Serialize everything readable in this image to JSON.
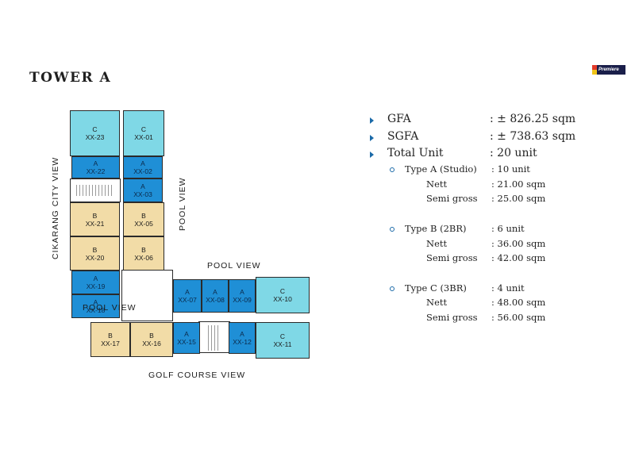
{
  "title": "TOWER A",
  "logo_text": "Premiere",
  "views": {
    "cikarang": "CIKARANG CITY VIEW",
    "pool_right": "POOL VIEW",
    "pool_top": "POOL VIEW",
    "pool_inner": "POOL VIEW",
    "golf": "GOLF COURSE VIEW"
  },
  "units": [
    {
      "type": "C",
      "code": "XX-23"
    },
    {
      "type": "C",
      "code": "XX-01"
    },
    {
      "type": "A",
      "code": "XX-22"
    },
    {
      "type": "A",
      "code": "XX-02"
    },
    {
      "type": "A",
      "code": "XX-03"
    },
    {
      "type": "B",
      "code": "XX-21"
    },
    {
      "type": "B",
      "code": "XX-05"
    },
    {
      "type": "B",
      "code": "XX-20"
    },
    {
      "type": "B",
      "code": "XX-06"
    },
    {
      "type": "A",
      "code": "XX-19"
    },
    {
      "type": "A",
      "code": "XX-18"
    },
    {
      "type": "A",
      "code": "XX-07"
    },
    {
      "type": "A",
      "code": "XX-08"
    },
    {
      "type": "A",
      "code": "XX-09"
    },
    {
      "type": "C",
      "code": "XX-10"
    },
    {
      "type": "B",
      "code": "XX-17"
    },
    {
      "type": "B",
      "code": "XX-16"
    },
    {
      "type": "A",
      "code": "XX-15"
    },
    {
      "type": "A",
      "code": "XX-12"
    },
    {
      "type": "C",
      "code": "XX-11"
    }
  ],
  "spec": {
    "gfa_label": "GFA",
    "gfa_value": ": ± 826.25 sqm",
    "sgfa_label": "SGFA",
    "sgfa_value": ": ± 738.63 sqm",
    "total_label": "Total Unit",
    "total_value": ": 20 unit",
    "type_a": {
      "label": "Type A (Studio)",
      "count": ": 10 unit",
      "nett_label": "Nett",
      "nett": ": 21.00 sqm",
      "semi_label": "Semi gross",
      "semi": ": 25.00 sqm"
    },
    "type_b": {
      "label": "Type B (2BR)",
      "count": ": 6 unit",
      "nett_label": "Nett",
      "nett": ": 36.00 sqm",
      "semi_label": "Semi gross",
      "semi": ": 42.00 sqm"
    },
    "type_c": {
      "label": "Type C (3BR)",
      "count": ": 4 unit",
      "nett_label": "Nett",
      "nett": ": 48.00 sqm",
      "semi_label": "Semi gross",
      "semi": ": 56.00 sqm"
    }
  },
  "colors": {
    "type_a": "#1f8fd6",
    "type_b": "#f2dca7",
    "type_c": "#7fd8e6",
    "bullet": "#1b6aa8"
  }
}
